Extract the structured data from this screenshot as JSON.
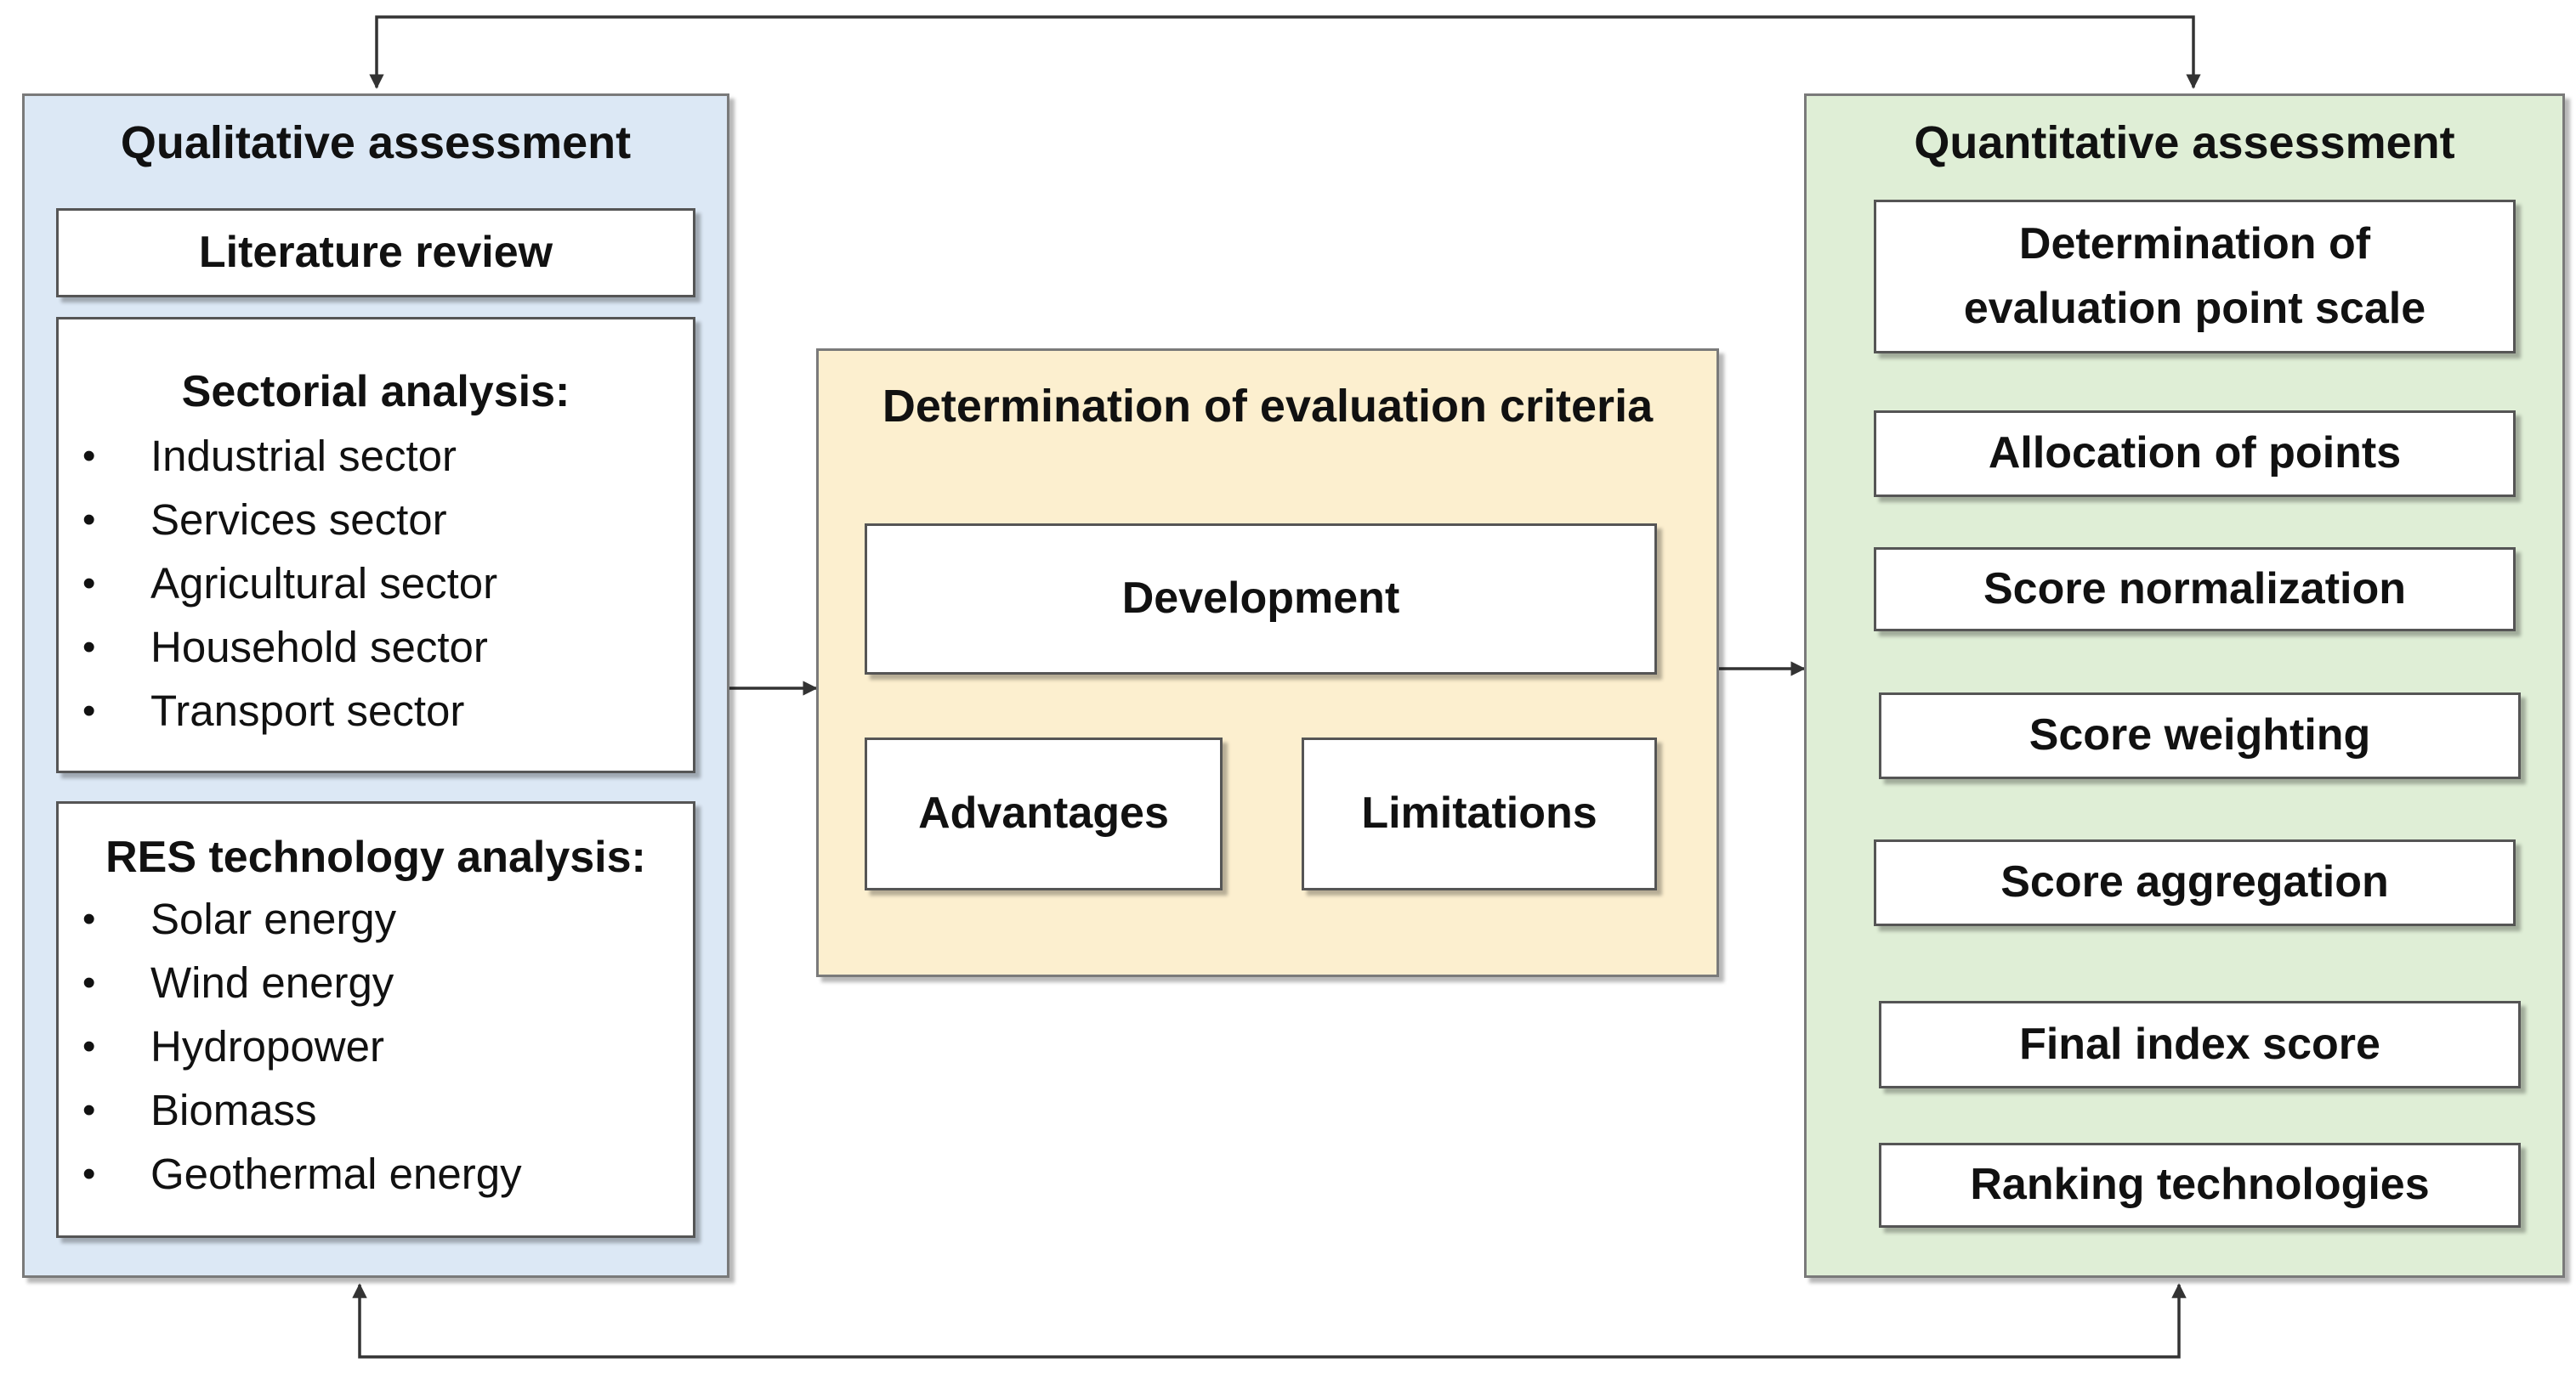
{
  "qualitative": {
    "title": "Qualitative assessment",
    "literature_review": "Literature review",
    "sectorial": {
      "heading": "Sectorial analysis:",
      "items": [
        "Industrial sector",
        "Services sector",
        "Agricultural sector",
        "Household sector",
        "Transport sector"
      ]
    },
    "res": {
      "heading": "RES technology analysis:",
      "items": [
        "Solar energy",
        "Wind energy",
        "Hydropower",
        "Biomass",
        "Geothermal energy"
      ]
    }
  },
  "criteria": {
    "title": "Determination of evaluation criteria",
    "development": "Development",
    "advantages": "Advantages",
    "limitations": "Limitations"
  },
  "quantitative": {
    "title": "Quantitative assessment",
    "steps": [
      "Determination of\nevaluation point scale",
      "Allocation of points",
      "Score normalization",
      "Score weighting",
      "Score aggregation",
      "Final index score",
      "Ranking technologies"
    ]
  },
  "colors": {
    "qualitative_bg": "#dce8f5",
    "criteria_bg": "#fcefcf",
    "quantitative_bg": "#dfeed6",
    "connector": "#333333"
  }
}
